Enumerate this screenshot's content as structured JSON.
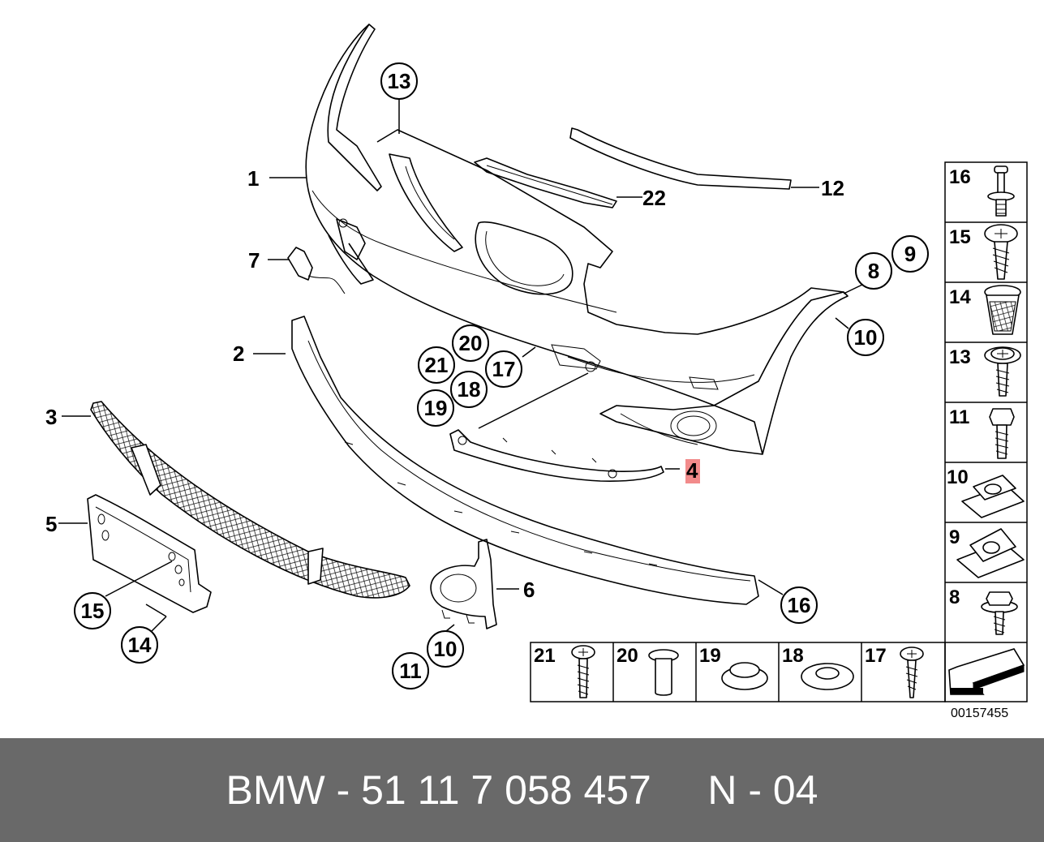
{
  "callouts": {
    "c1": "1",
    "c2": "2",
    "c3": "3",
    "c4": "4",
    "c5": "5",
    "c6": "6",
    "c7": "7",
    "c8": "8",
    "c9": "9",
    "c10a": "10",
    "c10b": "10",
    "c11": "11",
    "c12": "12",
    "c13": "13",
    "c14": "14",
    "c15": "15",
    "c16": "16",
    "c17": "17",
    "c18": "18",
    "c19": "19",
    "c20": "20",
    "c21": "21",
    "c22": "22"
  },
  "fastener_column": [
    "16",
    "15",
    "14",
    "13",
    "11",
    "10",
    "9",
    "8"
  ],
  "fastener_row": [
    "21",
    "20",
    "19",
    "18",
    "17"
  ],
  "highlight_color": "#f28b8b",
  "diagram_id": "00157455",
  "footer": {
    "text": "BMW - 51 11 7 058 457     N - 04"
  }
}
